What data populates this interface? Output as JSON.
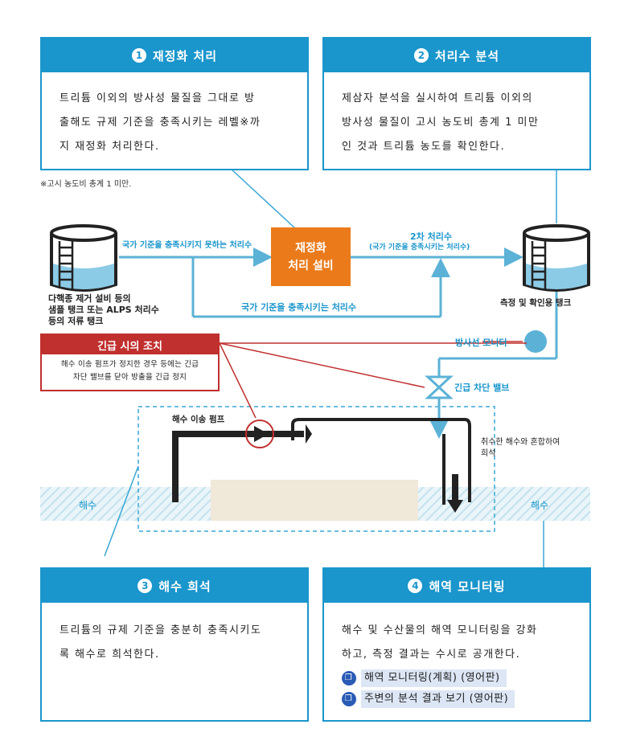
{
  "boxes": {
    "b1": {
      "num": "1",
      "title": "재정화 처리",
      "lines": [
        "트리튬 이외의 방사성 물질을 그대로 방",
        "출해도 규제 기준을 충족시키는 레벨※까",
        "지 재정화 처리한다."
      ]
    },
    "b2": {
      "num": "2",
      "title": "처리수 분석",
      "lines": [
        "제삼자 분석을 실시하여 트리튬 이외의",
        "방사성 물질이 고시 농도비 총계 1 미만",
        "인 것과 트리튬 농도를 확인한다."
      ]
    },
    "b3": {
      "num": "3",
      "title": "해수 희석",
      "lines": [
        "트리튬의 규제 기준을 충분히 충족시키도",
        "록 해수로 희석한다."
      ]
    },
    "b4": {
      "num": "4",
      "title": "해역 모니터링",
      "lines": [
        "해수 및 수산물의 해역 모니터링을 강화",
        "하고, 측정 결과는 수시로 공개한다."
      ],
      "links": [
        "해역 모니터링(계획) (영어판)",
        "주변의 분석 결과 보기 (영어판)"
      ]
    }
  },
  "note": "※고시 농도비 총계 1 미만.",
  "plant": {
    "line1": "재정화",
    "line2": "처리 설비"
  },
  "labels": {
    "not_meeting": "국가 기준을 충족시키지 못하는 처리수",
    "meeting": "국가 기준을 충족시키는 처리수",
    "secondary": "2차 처리수",
    "secondary_sub": "(국가 기준을 충족시키는 처리수)",
    "left_tank": [
      "다핵종 제거 설비 등의",
      "샘플 탱크 또는 ALPS 처리수",
      "등의 저류 탱크"
    ],
    "right_tank": "측정 및 확인용 탱크",
    "rad_monitor": "방사선 모니터",
    "valve": "긴급 차단 밸브",
    "pump": "해수 이송 펌프",
    "mix": [
      "취수한 해수와 혼합하여",
      "희석"
    ],
    "sea_left": "해수",
    "sea_right": "해수"
  },
  "emergency": {
    "title": "긴급 시의 조치",
    "lines": [
      "해수 이송 펌프가 정지한 경우 등에는 긴급",
      "차단 밸브를 닫아 방출을 긴급 정지"
    ]
  },
  "colors": {
    "accent_blue": "#1a96cc",
    "flow_blue": "#5bb2d6",
    "orange": "#ea7a1a",
    "red": "#c0302f",
    "dark": "#222222",
    "sand": "#f0e8d8"
  }
}
